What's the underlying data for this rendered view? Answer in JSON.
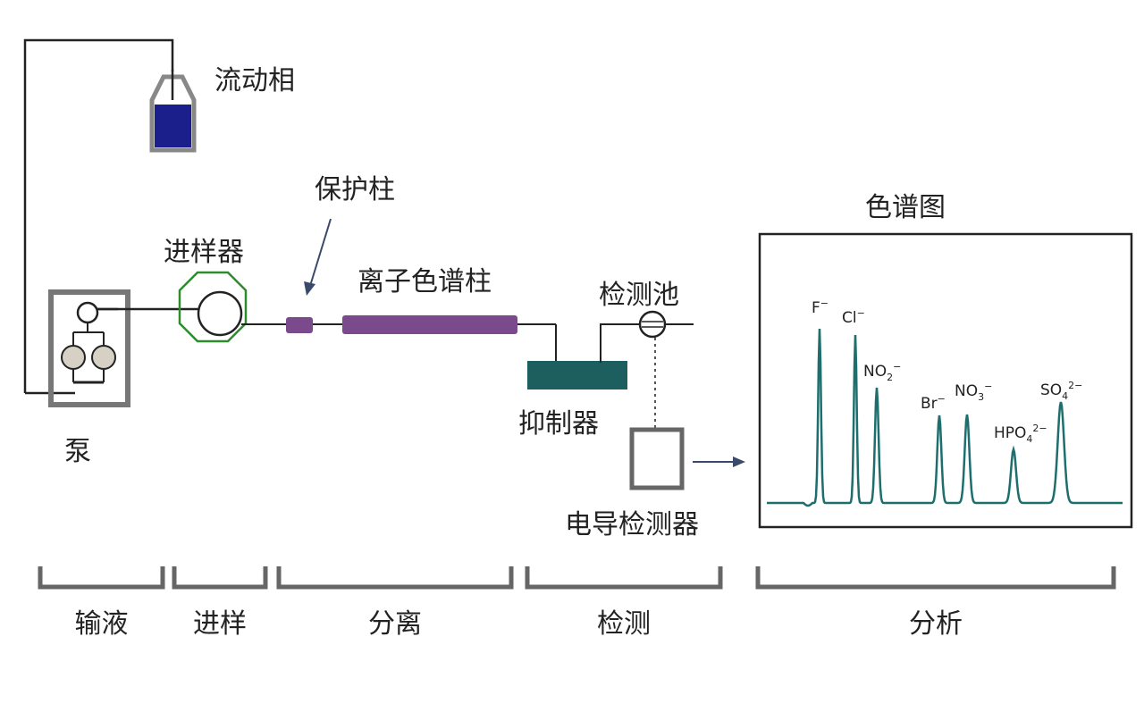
{
  "components": {
    "mobile_phase": "流动相",
    "pump": "泵",
    "injector": "进样器",
    "guard_column": "保护柱",
    "ion_column": "离子色谱柱",
    "suppressor": "抑制器",
    "detector_cell": "检测池",
    "conductivity_detector": "电导检测器",
    "chromatogram_title": "色谱图"
  },
  "stages": [
    "输液",
    "进样",
    "分离",
    "检测",
    "分析"
  ],
  "ions": [
    {
      "base": "F",
      "sub": "",
      "sup": "−"
    },
    {
      "base": "Cl",
      "sub": "",
      "sup": "−"
    },
    {
      "base": "NO",
      "sub": "2",
      "sup": "−"
    },
    {
      "base": "Br",
      "sub": "",
      "sup": "−"
    },
    {
      "base": "NO",
      "sub": "3",
      "sup": "−"
    },
    {
      "base": "HPO",
      "sub": "4",
      "sup": "2−"
    },
    {
      "base": "SO",
      "sub": "4",
      "sup": "2−"
    }
  ],
  "colors": {
    "mobile_phase_fill": "#1a1f8c",
    "column_fill": "#7a4a8c",
    "suppressor_fill": "#1d5e5e",
    "chromatogram_line": "#1e6e6e",
    "injector_outline": "#2e8b2e",
    "arrow": "#3a4a6a",
    "frame_gray": "#666666"
  }
}
